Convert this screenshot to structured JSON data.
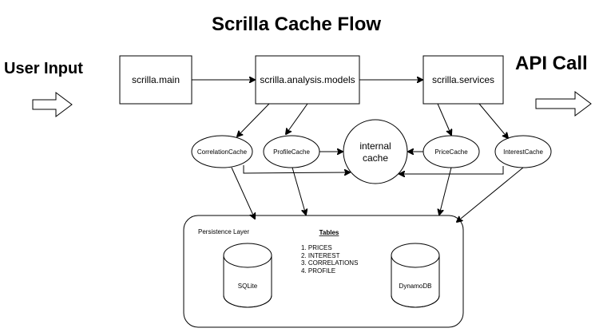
{
  "title": "Scrilla Cache Flow",
  "left_label": "User Input",
  "right_label": "API Call",
  "modules": {
    "main": "scrilla.main",
    "analysis_models": "scrilla.analysis.models",
    "services": "scrilla.services"
  },
  "caches": {
    "correlation": "CorrelationCache",
    "profile": "ProfileCache",
    "price": "PriceCache",
    "interest": "InterestCache"
  },
  "internal_cache": {
    "line1": "internal",
    "line2": "cache"
  },
  "persistence": {
    "label": "Persistence Layer",
    "tables_heading": "Tables",
    "tables": [
      "1. PRICES",
      "2. INTEREST",
      "3. CORRELATIONS",
      "4. PROFILE"
    ],
    "databases": {
      "sqlite": "SQLite",
      "dynamodb": "DynamoDB"
    }
  }
}
